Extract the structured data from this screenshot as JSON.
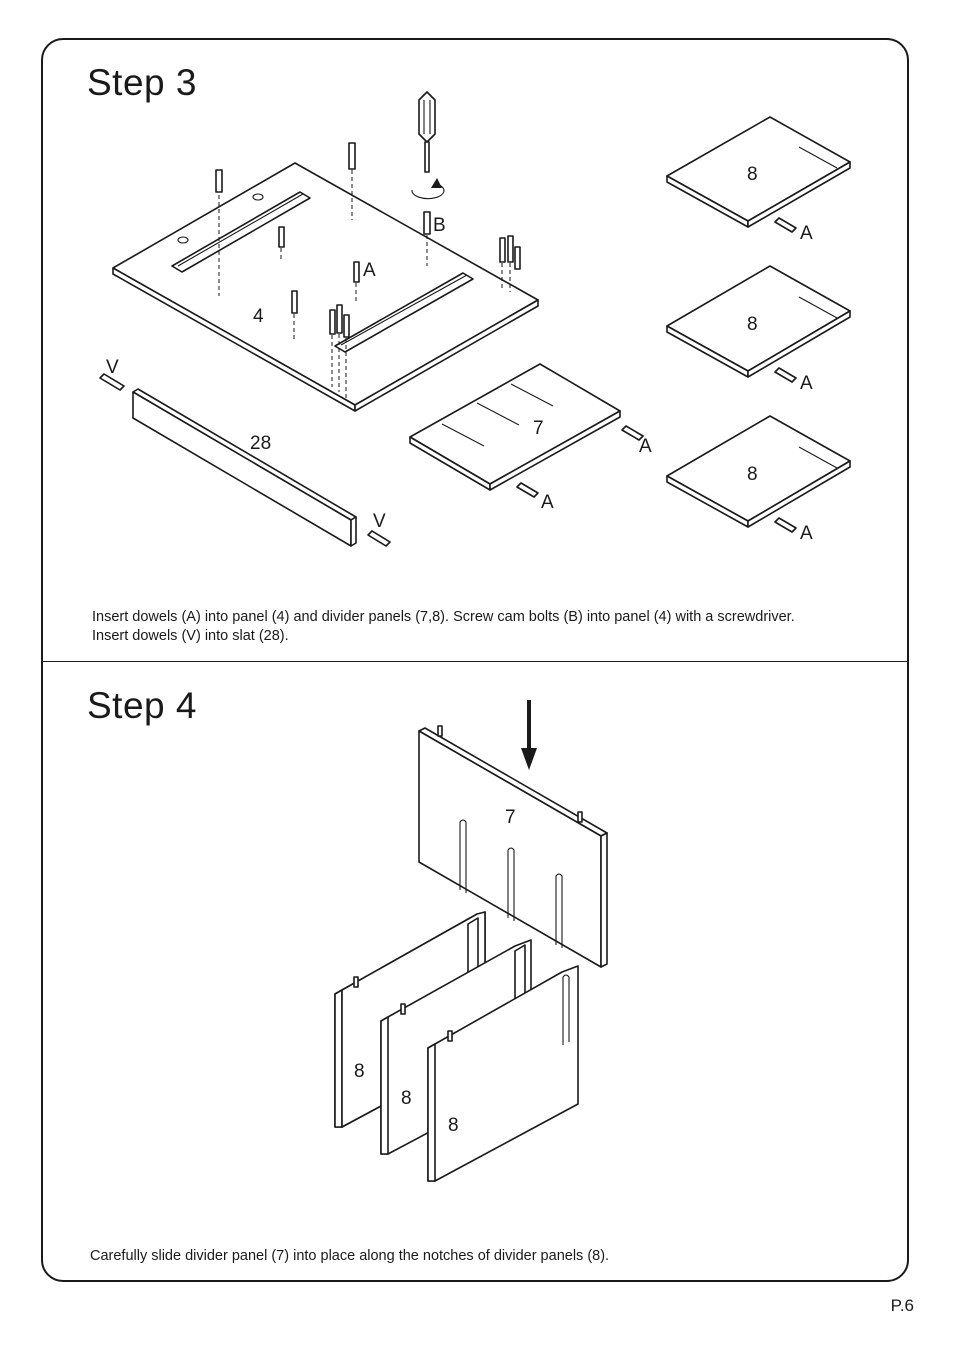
{
  "step3": {
    "title": "Step  3",
    "caption_line1": "Insert dowels (A) into panel (4) and divider panels (7,8). Screw cam bolts (B) into panel (4) with a screwdriver.",
    "caption_line2": "Insert dowels (V) into slat (28).",
    "labels": {
      "panel4": "4",
      "panel7": "7",
      "panel8": "8",
      "slat28": "28",
      "dowel_a": "A",
      "cam_b": "B",
      "dowel_v": "V"
    }
  },
  "step4": {
    "title": "Step  4",
    "caption": "Carefully slide divider panel (7) into place along the notches of divider panels (8).",
    "labels": {
      "panel7": "7",
      "panel8": "8"
    }
  },
  "page_number": "P.6"
}
